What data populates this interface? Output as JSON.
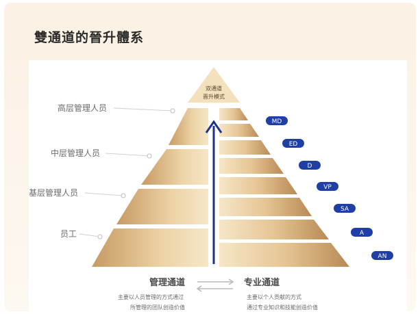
{
  "card": {
    "title": "雙通道的晉升體系"
  },
  "pyramid": {
    "top_label": [
      "双通道",
      "晋升模式"
    ],
    "left_levels": [
      "高层管理人员",
      "中层管理人员",
      "基层管理人员",
      "员工"
    ],
    "right_badges": [
      "MD",
      "ED",
      "D",
      "VP",
      "SA",
      "A",
      "AN"
    ]
  },
  "tracks": {
    "management": {
      "title": "管理通道",
      "desc": [
        "主要以人员管理的方式通过",
        "所管理的团队创造价值"
      ]
    },
    "professional": {
      "title": "专业通道",
      "desc": [
        "主要以个人贡献的方式",
        "通过专业知识和技能创造价值"
      ]
    }
  },
  "colors": {
    "gold_light": "#f1d8ad",
    "gold_dark": "#b48450",
    "badge": "#1f3fa6",
    "arrow": "#1e3288"
  }
}
